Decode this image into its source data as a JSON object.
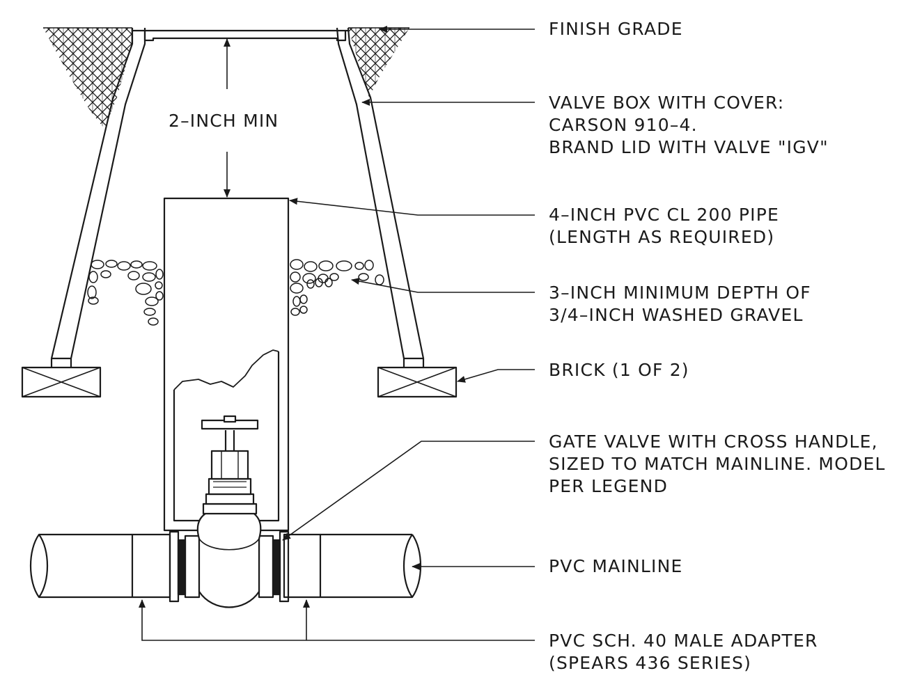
{
  "diagram": {
    "dimension_label": "2–INCH MIN",
    "callouts": {
      "finish_grade": [
        "FINISH GRADE"
      ],
      "valve_box": [
        "VALVE BOX WITH COVER:",
        "CARSON 910–4.",
        "BRAND LID WITH VALVE \"IGV\""
      ],
      "pvc_pipe": [
        "4–INCH PVC CL 200 PIPE",
        "(LENGTH AS REQUIRED)"
      ],
      "gravel": [
        "3–INCH MINIMUM DEPTH OF",
        "3/4–INCH WASHED GRAVEL"
      ],
      "brick": [
        "BRICK (1 OF 2)"
      ],
      "gate_valve": [
        "GATE VALVE WITH CROSS HANDLE,",
        "SIZED TO MATCH MAINLINE.  MODEL",
        "PER LEGEND"
      ],
      "mainline": [
        "PVC MAINLINE"
      ],
      "male_adapter": [
        "PVC SCH. 40 MALE ADAPTER",
        "(SPEARS 436 SERIES)"
      ]
    },
    "colors": {
      "ink": "#1a1a1a",
      "background": "#ffffff"
    }
  }
}
